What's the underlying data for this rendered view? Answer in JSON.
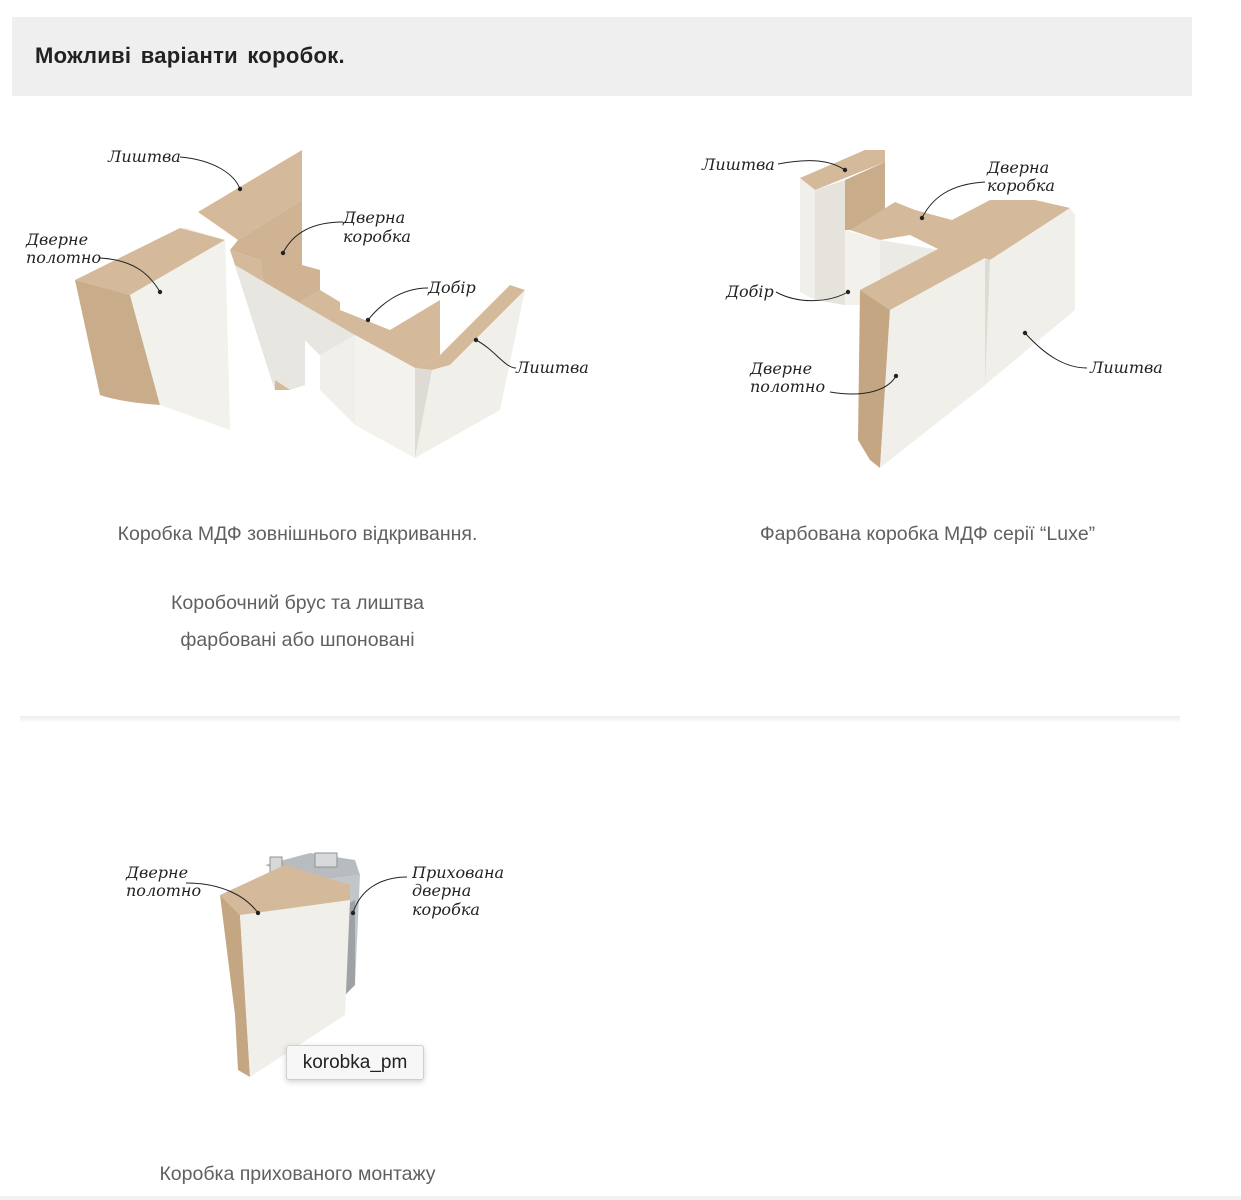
{
  "header": {
    "title": "Можливі варіанти коробок."
  },
  "diagram1": {
    "labels": {
      "lyshtva_top": "Лиштва",
      "dverne_polotno_1": "Дверне",
      "dverne_polotno_2": "полотно",
      "dverna_korobka_1": "Дверна",
      "dverna_korobka_2": "коробка",
      "dobir": "Добір",
      "lyshtva_right": "Лиштва"
    },
    "caption": "Коробка МДФ зовнішнього відкривання.",
    "note_line1": "Коробочний брус та лиштва",
    "note_line2": "фарбовані або шпоновані"
  },
  "diagram2": {
    "labels": {
      "lyshtva_top": "Лиштва",
      "dverna_korobka_1": "Дверна",
      "dverna_korobka_2": "коробка",
      "dobir": "Добір",
      "dverne_polotno_1": "Дверне",
      "dverne_polotno_2": "полотно",
      "lyshtva_right": "Лиштва"
    },
    "caption": "Фарбована коробка МДФ серії “Luxe”"
  },
  "diagram3": {
    "labels": {
      "dverne_polotno_1": "Дверне",
      "dverne_polotno_2": "полотно",
      "prykhovana_1": "Прихована",
      "prykhovana_2": "дверна",
      "prykhovana_3": "коробка"
    },
    "caption": "Коробка прихованого монтажу",
    "tooltip": "korobka_pm"
  },
  "colors": {
    "mdf": "#d4b99a",
    "mdf_dark": "#c4a683",
    "white_face": "#f1efea",
    "white_shade": "#dedbd4",
    "aluminium": "#b9bcbe"
  }
}
